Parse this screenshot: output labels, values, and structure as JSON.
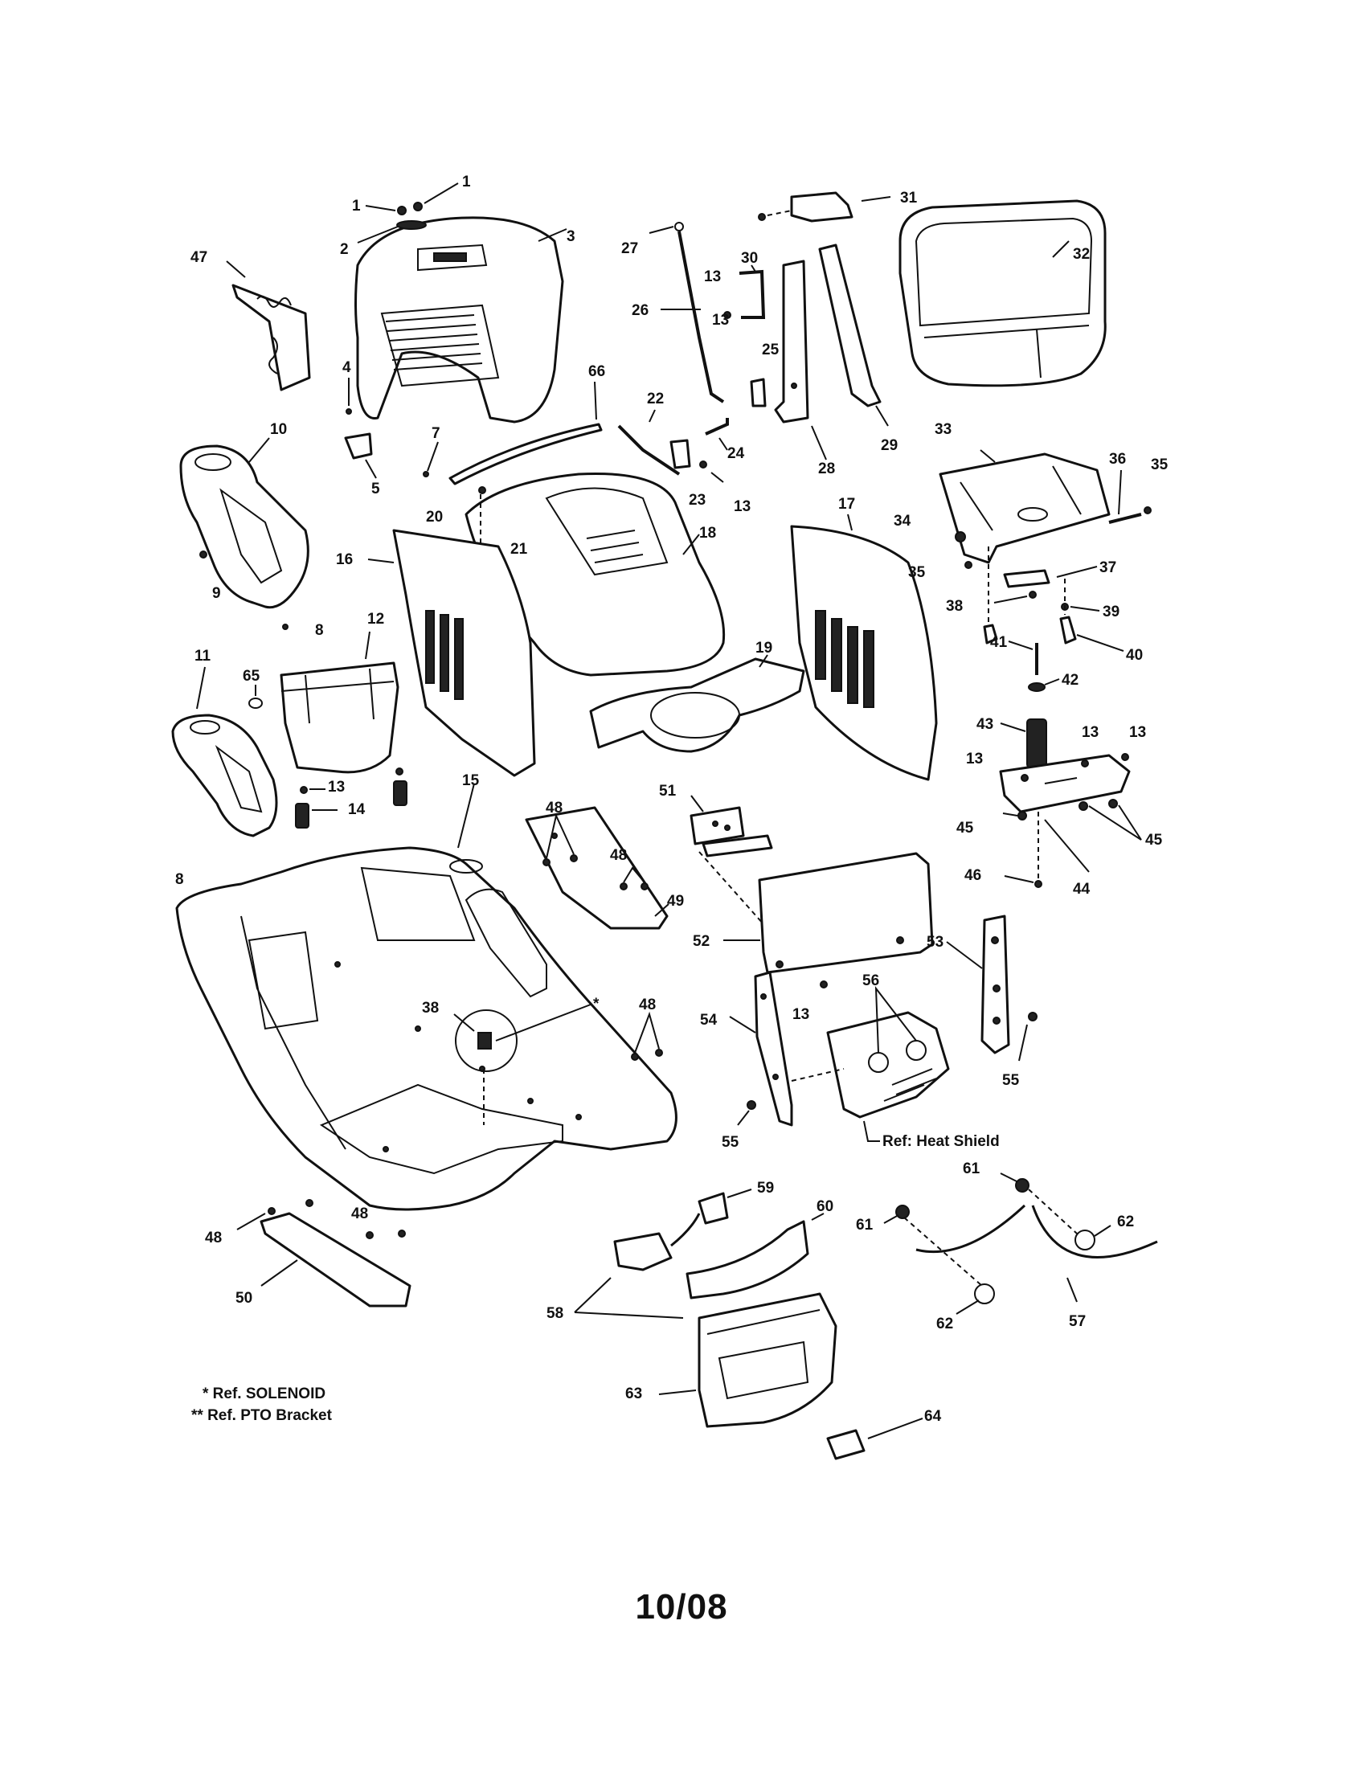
{
  "callouts": [
    "1",
    "1",
    "2",
    "3",
    "47",
    "4",
    "5",
    "7",
    "10",
    "9",
    "8",
    "66",
    "22",
    "24",
    "23",
    "13",
    "20",
    "21",
    "16",
    "18",
    "12",
    "11",
    "65",
    "13",
    "14",
    "8",
    "15",
    "27",
    "13",
    "26",
    "13",
    "30",
    "25",
    "28",
    "31",
    "29",
    "32",
    "33",
    "36",
    "35",
    "34",
    "35",
    "37",
    "38",
    "39",
    "40",
    "41",
    "42",
    "43",
    "13",
    "13",
    "13",
    "45",
    "45",
    "46",
    "44",
    "17",
    "19",
    "51",
    "48",
    "48",
    "49",
    "52",
    "13",
    "56",
    "53",
    "54",
    "55",
    "55",
    "38",
    "48",
    "48",
    "48",
    "50",
    "59",
    "60",
    "58",
    "63",
    "64",
    "61",
    "61",
    "62",
    "62",
    "57"
  ],
  "notes": {
    "heat_shield": "Ref: Heat Shield",
    "solenoid": "* Ref. SOLENOID",
    "pto_bracket": "** Ref. PTO Bracket",
    "solenoid_marker": "*"
  },
  "footer": {
    "date": "10/08"
  }
}
